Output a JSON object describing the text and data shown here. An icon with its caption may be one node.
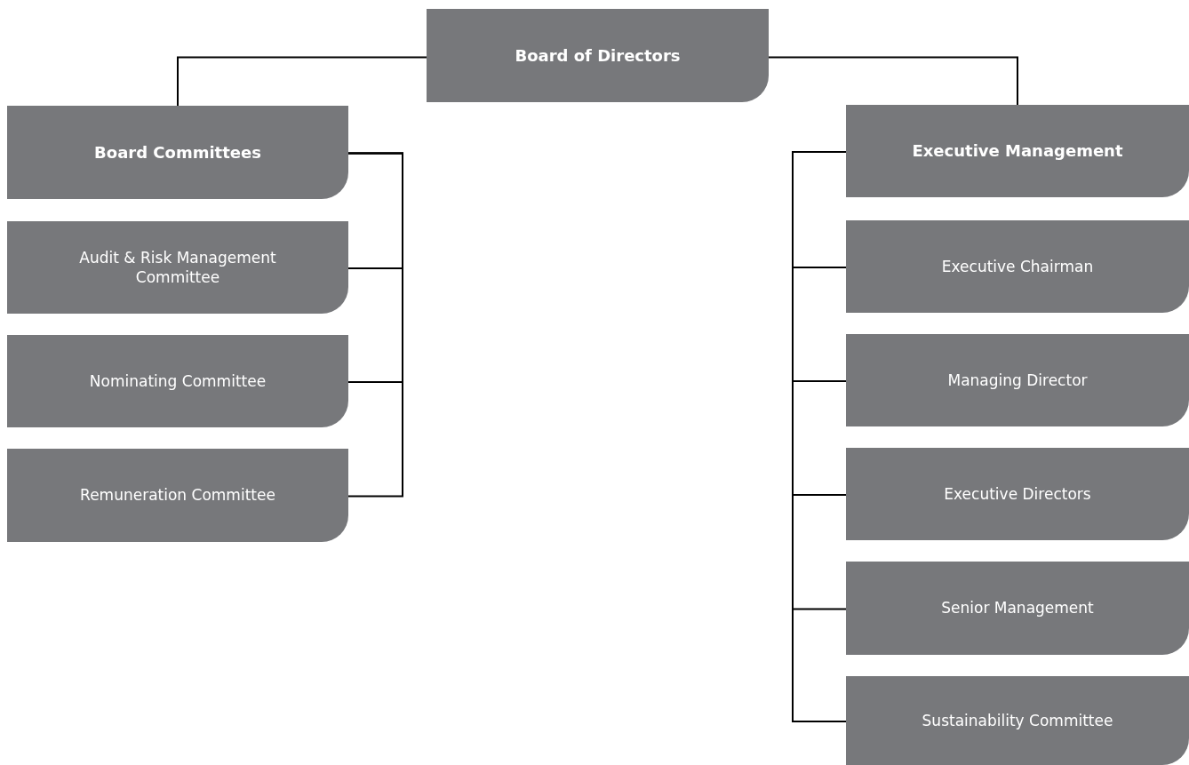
{
  "diagram": {
    "nodes": [
      {
        "text": [
          "Board of Directors"
        ]
      },
      {
        "text": [
          "Board Committees"
        ]
      },
      {
        "text": [
          "Audit & Risk Management Committee"
        ]
      },
      {
        "text": [
          "Nominating Committee"
        ]
      },
      {
        "text": [
          "Remuneration Committee"
        ]
      },
      {
        "text": [
          "Executive Management"
        ]
      },
      {
        "text": [
          "Executive Chairman"
        ]
      },
      {
        "text": [
          "Managing Director"
        ]
      },
      {
        "text": [
          "Executive Directors"
        ]
      },
      {
        "text": [
          "Senior Management"
        ]
      },
      {
        "text": [
          "Sustainability Committee"
        ]
      }
    ],
    "edges": [
      {
        "from": 0,
        "to": 1,
        "arrow": "none"
      },
      {
        "from": 0,
        "to": 5,
        "arrow": "none"
      },
      {
        "from": 1,
        "to": 2,
        "arrow": "none"
      },
      {
        "from": 1,
        "to": 3,
        "arrow": "none"
      },
      {
        "from": 1,
        "to": 4,
        "arrow": "none"
      },
      {
        "from": 5,
        "to": 6,
        "arrow": "none"
      },
      {
        "from": 5,
        "to": 7,
        "arrow": "none"
      },
      {
        "from": 5,
        "to": 8,
        "arrow": "none"
      },
      {
        "from": 5,
        "to": 9,
        "arrow": "none"
      },
      {
        "from": 5,
        "to": 10,
        "arrow": "none"
      }
    ]
  }
}
